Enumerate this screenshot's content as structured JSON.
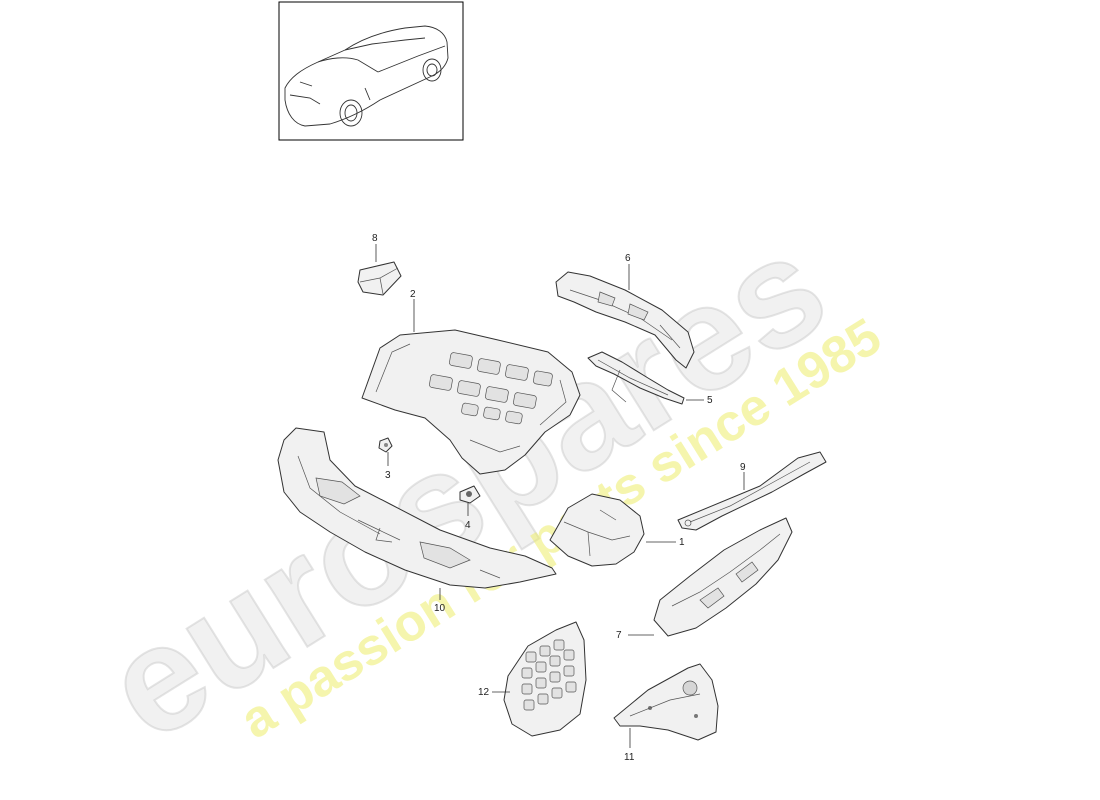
{
  "watermark": {
    "brand": "eurospares",
    "tagline": "a passion for parts since 1985"
  },
  "inset": {
    "label": "vehicle-overview-thumbnail"
  },
  "callouts": {
    "p1": "1",
    "p2": "2",
    "p3": "3",
    "p4": "4",
    "p5": "5",
    "p6": "6",
    "p7": "7",
    "p8": "8",
    "p9": "9",
    "p10": "10",
    "p11": "11",
    "p12": "12"
  }
}
